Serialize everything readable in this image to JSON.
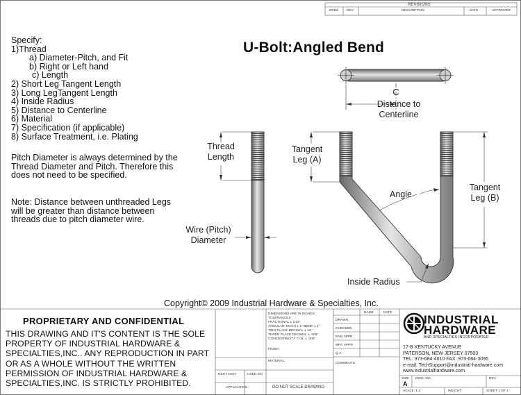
{
  "title": "U-Bolt:Angled Bend",
  "specify": {
    "heading": "Specify:",
    "items": [
      "1)Thread",
      "a) Diameter-Pitch, and Fit",
      "b) Right or Left hand",
      "c) Length",
      "2) Short Leg Tangent Length",
      "3) Long LegTangent Length",
      "4) Inside Radius",
      "5) Distance to Centerline",
      "6) Material",
      "7) Specification (if applicable)",
      "8) Surface Treatment, i.e. Plating"
    ]
  },
  "notes": {
    "pitch": "Pitch Diameter is always determined by the Thread Diameter and Pitch. Therefore this does not need to be specified.",
    "legs": "Note: Distance between unthreaded Legs will be greater than distance between threads due to pitch diameter wire."
  },
  "labels": {
    "cl_symbol": "C",
    "distance_line1": "Distance to",
    "distance_line2": "Centerline",
    "thread_line1": "Thread",
    "thread_line2": "Length",
    "tangent_a_line1": "Tangent",
    "tangent_a_line2": "Leg (A)",
    "tangent_b_line1": "Tangent",
    "tangent_b_line2": "Leg (B)",
    "angle": "Angle",
    "wire_line1": "Wire (Pitch)",
    "wire_line2": "Diameter",
    "inside_radius": "Inside Radius"
  },
  "copyright": "Copyright© 2009 Industrial Hardware & Specialties, Inc.",
  "proprietary": {
    "heading": "PROPRIETARY AND CONFIDENTIAL",
    "text": "THIS DRAWING AND IT'S CONTENT IS THE SOLE PROPERTY OF INDUSTRIAL HARDWARE & SPECIALTIES,INC.. ANY REPRODUCTION IN PART OR AS A WHOLE WITHOUT THE WRITTEN PERMISSION OF INDUSTRIAL HARDWARE & SPECIALTIES,INC. IS STRICTLY PROHIBITED."
  },
  "revisions": {
    "heading": "REVISIONS",
    "zone": "ZONE",
    "rev": "REV.",
    "description": "DESCRIPTION",
    "date": "DATE",
    "approved": "APPROVED"
  },
  "tolerances": {
    "line1": "DIMENSIONS ARE IN INCHES",
    "line2": "TOLERANCES:",
    "line3": "FRACTIONAL ± 1/16\"",
    "line4": "ANGULAR: MACH ± 1° BEND ± 1°",
    "line5": "TWO PLACE DECIMAL ± .01\"",
    "line6": "THREE PLACE DECIMAL ± .005\"",
    "line7": "CONCENTRICITY T.I.R. ± .005\"",
    "material": "MATERIAL",
    "finish": "FINISH",
    "next_assy": "NEXT ASSY",
    "used_on": "USED ON",
    "application": "APPLICATION",
    "do_not_scale": "DO NOT SCALE DRAWING"
  },
  "approvals": {
    "name": "NAME",
    "date": "DATE",
    "drawn": "DRAWN",
    "checked": "CHECKED",
    "eng_appr": "ENG APPR.",
    "mfg_appr": "MFG APPR.",
    "qa": "Q.A.",
    "comments": "COMMENTS:"
  },
  "company": {
    "name_line1": "INDUSTRIAL",
    "name_line2": "HARDWARE",
    "tagline": "AND SPECIALTIES INCORPORATED",
    "address1": "17-B KENTUCKY AVENUE",
    "address2": "PATERSON, NEW JERSEY 07503",
    "phone": "TEL: 973-684-4010   FAX: 973-684-3095",
    "email": "e-mail: TechSupport@industrial-hardware.com",
    "web": "www.industrialhardware.com"
  },
  "title_block": {
    "size_label": "SIZE",
    "size_value": "A",
    "dwg_no": "DWG. NO.",
    "rev": "REV.",
    "scale": "SCALE: 1:2",
    "weight": "WEIGHT:",
    "sheet": "SHEET 1 OF 1"
  }
}
